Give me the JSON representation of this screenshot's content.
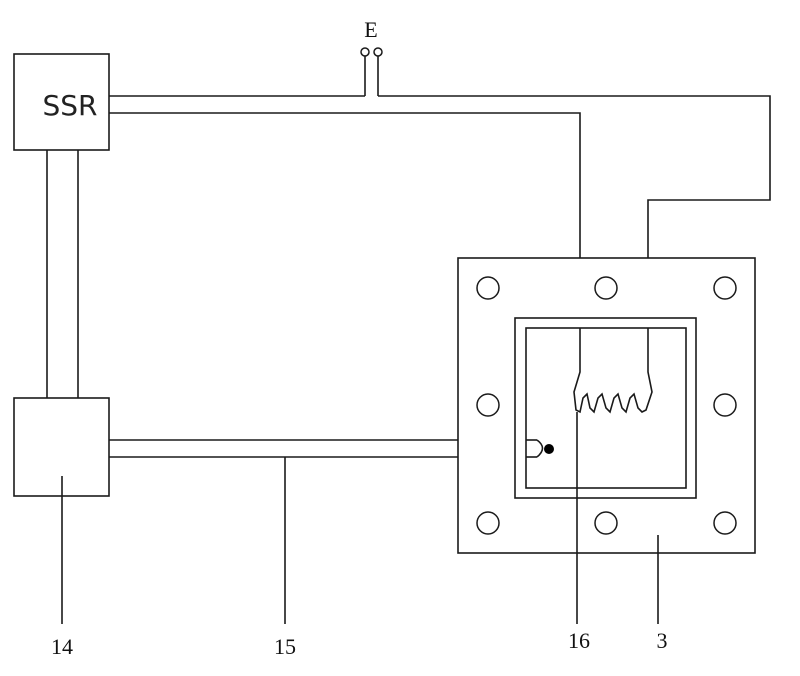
{
  "diagram": {
    "power_source_label": "E",
    "ssr_label": "SSR",
    "callouts": {
      "controller": "14",
      "sensor_cable": "15",
      "heater_element": "16",
      "enclosure": "3"
    }
  }
}
